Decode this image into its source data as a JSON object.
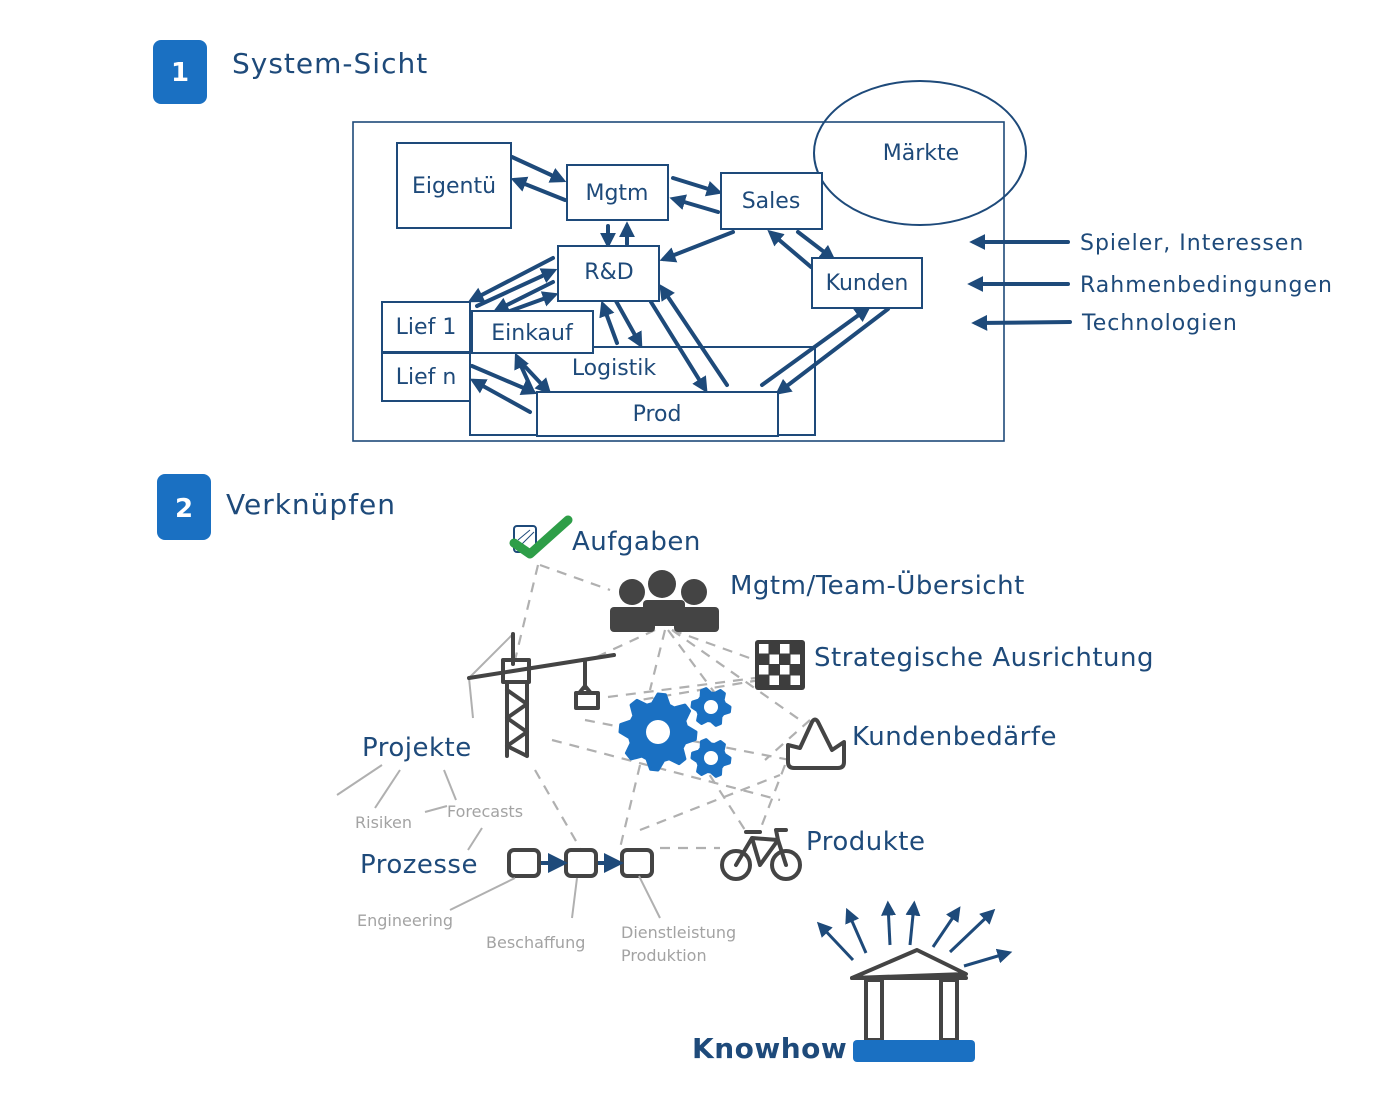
{
  "colors": {
    "ink": "#1e4a7a",
    "badge": "#1a70c2",
    "icon_dark": "#444444",
    "connector_grey": "#b0b0b0",
    "check_green": "#2e9e48",
    "gear_blue": "#1a70c2"
  },
  "section1": {
    "badge": "1",
    "title": "System-Sicht",
    "boxes": {
      "eigentuemer": "Eigentü",
      "mgtm": "Mgtm",
      "sales": "Sales",
      "maerkte": "Märkte",
      "rnd": "R&D",
      "kunden": "Kunden",
      "lief1": "Lief 1",
      "liefn": "Lief n",
      "einkauf": "Einkauf",
      "logistik": "Logistik",
      "prod": "Prod"
    },
    "external_factors": [
      "Spieler, Interessen",
      "Rahmenbedingungen",
      "Technologien"
    ]
  },
  "section2": {
    "badge": "2",
    "title": "Verknüpfen",
    "nodes": {
      "aufgaben": "Aufgaben",
      "team": "Mgtm/Team-Übersicht",
      "strategie": "Strategische Ausrichtung",
      "kundenbedarfe": "Kundenbedärfe",
      "projekte": "Projekte",
      "produkte": "Produkte",
      "prozesse": "Prozesse",
      "knowhow": "Knowhow"
    },
    "projekte_sub": [
      "Risiken",
      "Forecasts"
    ],
    "prozesse_sub": [
      "Engineering",
      "Beschaffung",
      "Dienstleistung",
      "Produktion"
    ],
    "icons": {
      "aufgaben": "checkbox-check-icon",
      "team": "team-icon",
      "strategie": "checkerboard-icon",
      "kundenbedarfe": "crown-icon",
      "projekte": "crane-icon",
      "zentrum": "gears-icon",
      "produkte": "bicycle-icon",
      "prozesse": "process-chain-icon",
      "knowhow": "temple-icon"
    }
  }
}
